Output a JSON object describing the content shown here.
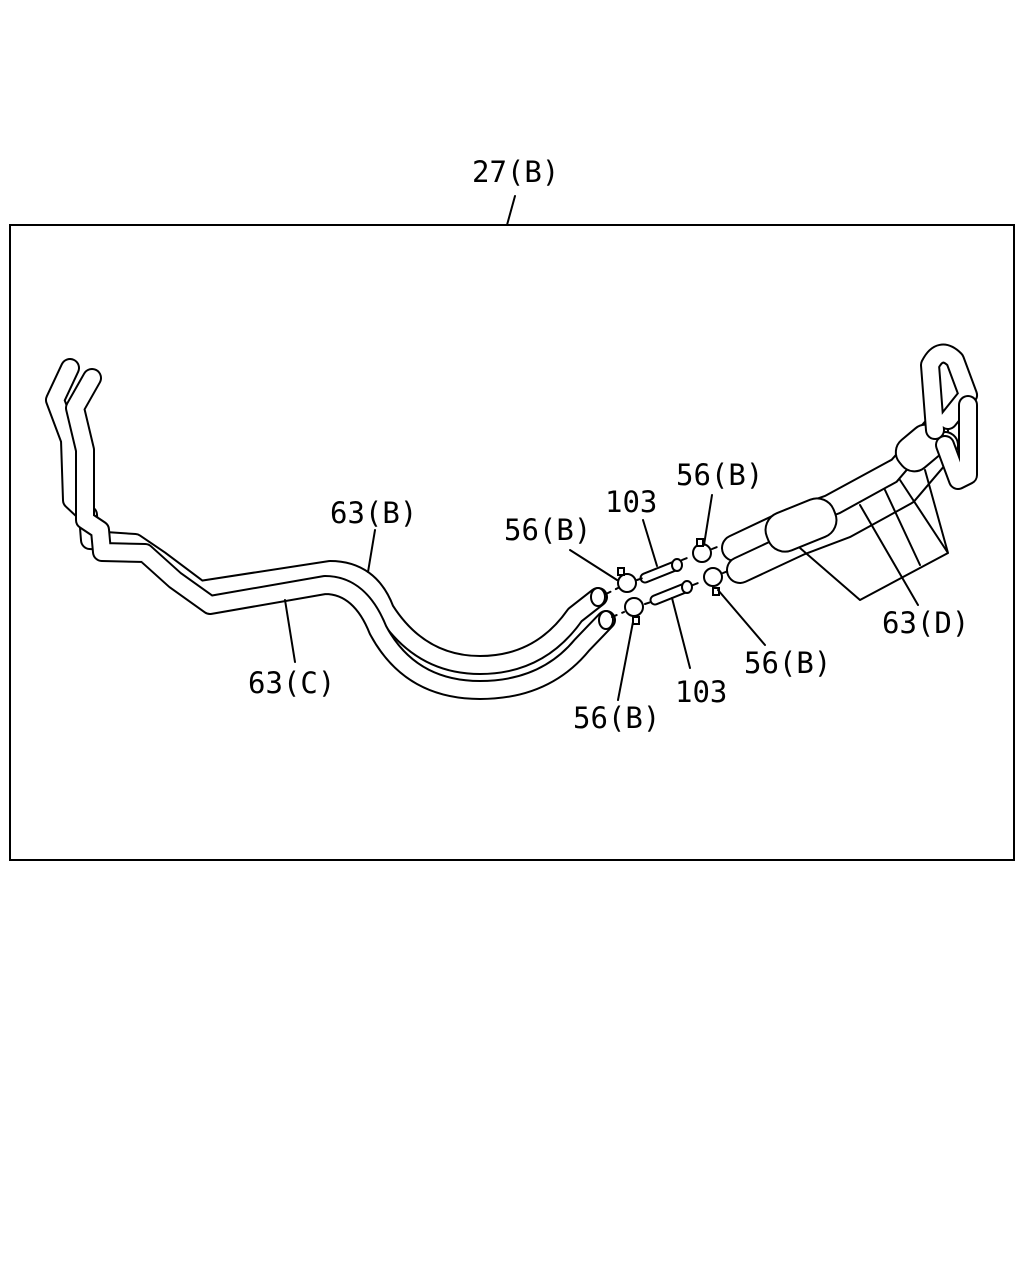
{
  "labels": {
    "assembly": "27(B)",
    "tube_upper": "63(B)",
    "tube_lower": "63(C)",
    "hose_assy": "63(D)",
    "clamp_1": "56(B)",
    "clamp_2": "56(B)",
    "clamp_3": "56(B)",
    "clamp_4": "56(B)",
    "joint_upper": "103",
    "joint_lower": "103"
  }
}
